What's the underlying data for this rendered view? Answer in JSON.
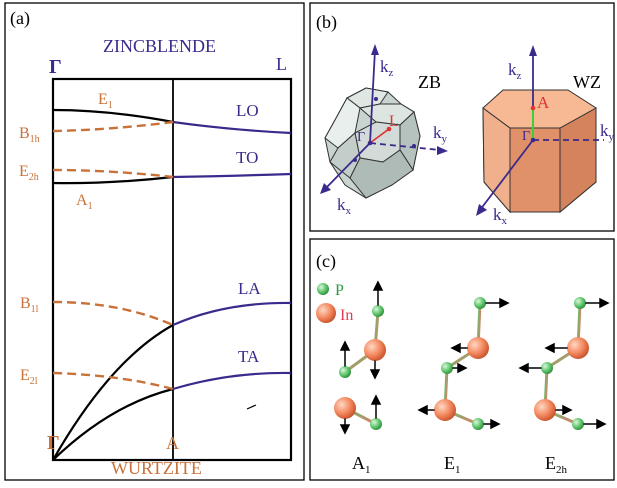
{
  "panel_a": {
    "tag": "(a)",
    "top_title": "ZINCBLENDE",
    "bottom_title": "WURTZITE",
    "gamma_top": "Γ",
    "L_top": "L",
    "gamma_bottom": "Γ",
    "A_bottom": "A",
    "zb_labels": [
      "LO",
      "TO",
      "LA",
      "TA"
    ],
    "wz_modes": [
      {
        "main": "E",
        "sub": "1"
      },
      {
        "main": "B",
        "sub": "1h"
      },
      {
        "main": "E",
        "sub": "2h"
      },
      {
        "main": "A",
        "sub": "1"
      },
      {
        "main": "B",
        "sub": "1l"
      },
      {
        "main": "E",
        "sub": "2l"
      }
    ],
    "colors": {
      "zincblende": "#3b2a8c",
      "wurtzite": "#c8723a",
      "folded": "#000000"
    }
  },
  "panel_b": {
    "tag": "(b)",
    "zb_label": "ZB",
    "wz_label": "WZ",
    "zb_axes": {
      "kz": {
        "main": "k",
        "sub": "z"
      },
      "ky": {
        "main": "k",
        "sub": "y"
      },
      "kx": {
        "main": "k",
        "sub": "x"
      }
    },
    "zb_points": {
      "gamma": "Γ",
      "L": "L"
    },
    "wz_axes": {
      "kz": {
        "main": "k",
        "sub": "z"
      },
      "ky": {
        "main": "k",
        "sub": "y"
      },
      "kx": {
        "main": "k",
        "sub": "x"
      }
    },
    "wz_points": {
      "gamma": "Γ",
      "A": "A"
    },
    "colors": {
      "zb_cell": "#c9d3cf",
      "wz_cell": "#eaa57e",
      "axis": "#3b2a8c"
    }
  },
  "panel_c": {
    "tag": "(c)",
    "legend": [
      {
        "label": "P",
        "color": "#5cc46a"
      },
      {
        "label": "In",
        "color": "#f2845a"
      }
    ],
    "modes": [
      {
        "main": "A",
        "sub": "1"
      },
      {
        "main": "E",
        "sub": "1"
      },
      {
        "main": "E",
        "sub": "2h"
      }
    ]
  }
}
